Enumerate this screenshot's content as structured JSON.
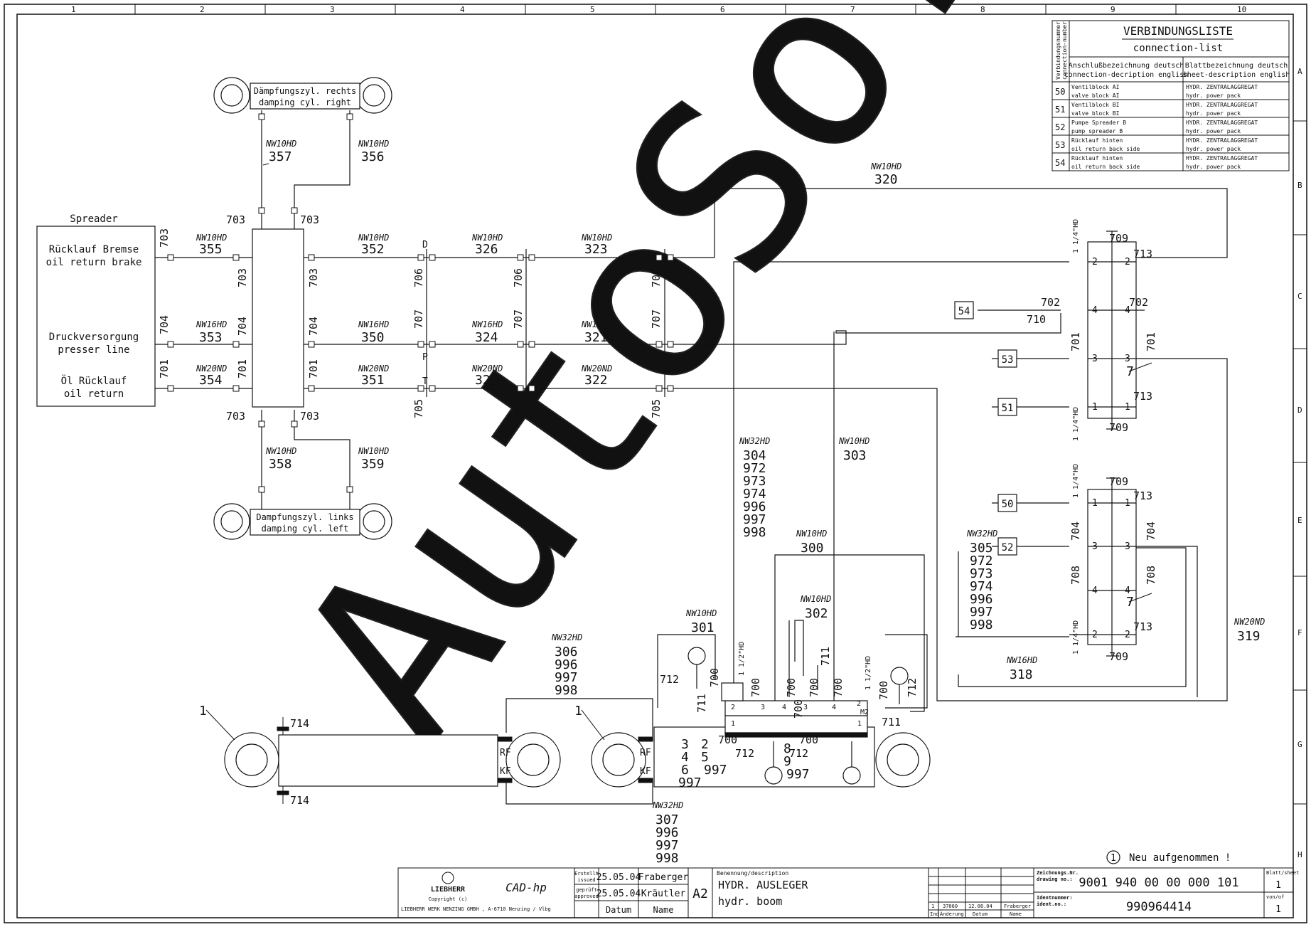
{
  "grid": {
    "columns": [
      "1",
      "2",
      "3",
      "4",
      "5",
      "6",
      "7",
      "8",
      "9",
      "10"
    ],
    "rows": [
      "A",
      "B",
      "C",
      "D",
      "E",
      "F",
      "G",
      "H"
    ]
  },
  "connection_list": {
    "title": "VERBINDUNGSLISTE",
    "subtitle": "connection-list",
    "side_header_1": "Verbindungsnummer",
    "side_header_2": "connection-number",
    "col1_de": "Anschlußbezeichnung deutsch",
    "col1_en": "connection-decription english",
    "col2_de": "Blattbezeichnung deutsch",
    "col2_en": "sheet-description english",
    "rows": [
      {
        "num": "50",
        "desc_de": "Ventilblock AI",
        "desc_en": "valve block AI",
        "sheet_de": "HYDR. ZENTRALAGGREGAT",
        "sheet_en": "hydr. power pack"
      },
      {
        "num": "51",
        "desc_de": "Ventilblock BI",
        "desc_en": "valve block BI",
        "sheet_de": "HYDR. ZENTRALAGGREGAT",
        "sheet_en": "hydr. power pack"
      },
      {
        "num": "52",
        "desc_de": "Pumpe Spreader B",
        "desc_en": "pump spreader B",
        "sheet_de": "HYDR. ZENTRALAGGREGAT",
        "sheet_en": "hydr. power pack"
      },
      {
        "num": "53",
        "desc_de": "Rücklauf hinten",
        "desc_en": "oil return back side",
        "sheet_de": "HYDR. ZENTRALAGGREGAT",
        "sheet_en": "hydr. power pack"
      },
      {
        "num": "54",
        "desc_de": "Rücklauf hinten",
        "desc_en": "oil return back side",
        "sheet_de": "HYDR. ZENTRALAGGREGAT",
        "sheet_en": "hydr. power pack"
      }
    ]
  },
  "spreader": {
    "title": "Spreader",
    "port1_de": "Rücklauf Bremse",
    "port1_en": "oil return brake",
    "port2_de": "Druckversorgung",
    "port2_en": "presser line",
    "port3_de": "Öl Rücklauf",
    "port3_en": "oil return"
  },
  "damping_right": {
    "de": "Dämpfungszyl. rechts",
    "en": "damping cyl. right"
  },
  "damping_left": {
    "de": "Dampfungszyl. links",
    "en": "damping cyl. left"
  },
  "watermark": "AutoSoft",
  "labels": {
    "nw10hd": "NW10HD",
    "nw16hd": "NW16HD",
    "nw20nd": "NW20ND",
    "nw32hd": "NW32HD",
    "d": "D",
    "p": "P",
    "t": "T",
    "rf": "RF",
    "kf": "KF",
    "m2": "M2",
    "quarter": "1 1/4\"HD",
    "half": "1 1/2\"HD"
  },
  "lines": {
    "l300": "300",
    "l301": "301",
    "l302": "302",
    "l303": "303",
    "l304": "304",
    "l305": "305",
    "l306": "306",
    "l307": "307",
    "l318": "318",
    "l319": "319",
    "l320": "320",
    "l321": "321",
    "l322": "322",
    "l323": "323",
    "l324": "324",
    "l325": "325",
    "l326": "326",
    "l350": "350",
    "l351": "351",
    "l352": "352",
    "l353": "353",
    "l354": "354",
    "l355": "355",
    "l356": "356",
    "l357": "357",
    "l358": "358",
    "l359": "359"
  },
  "parts": {
    "p1": "1",
    "p2": "2",
    "p3": "3",
    "p4": "4",
    "p5": "5",
    "p6": "6",
    "p7": "7",
    "p8": "8",
    "p9": "9",
    "p700": "700",
    "p701": "701",
    "p702": "702",
    "p703": "703",
    "p704": "704",
    "p705": "705",
    "p706": "706",
    "p707": "707",
    "p708": "708",
    "p709": "709",
    "p710": "710",
    "p711": "711",
    "p712": "712",
    "p713": "713",
    "p714": "714",
    "p972": "972",
    "p973": "973",
    "p974": "974",
    "p996": "996",
    "p997": "997",
    "p998": "998"
  },
  "connectors": {
    "c50": "50",
    "c51": "51",
    "c52": "52",
    "c53": "53",
    "c54": "54"
  },
  "note": {
    "marker": "1",
    "text": "Neu aufgenommen !"
  },
  "title_block": {
    "company": "LIEBHERR",
    "copyright": "Copyright (c)",
    "address": "LIEBHERR WERK NENZING GMBH , A-6710 Nenzing / Vlbg",
    "cad": "CAD-hp",
    "issued_label_de": "Erstellt",
    "issued_label_en": "issued",
    "approved_label_de": "geprüft",
    "approved_label_en": "approved",
    "issued_date": "25.05.04",
    "issued_name": "Fraberger",
    "approved_date": "25.05.04",
    "approved_name": "Kräutler",
    "date_header": "Datum",
    "name_header": "Name",
    "format": "A2",
    "desc_label": "Benennung/description",
    "desc_de": "HYDR. AUSLEGER",
    "desc_en": "hydr. boom",
    "rev_index": "1",
    "rev_change": "37060",
    "rev_date": "12.08.04",
    "rev_name": "Fraberger",
    "rev_h_ind": "Ind.",
    "rev_h_change": "Änderung",
    "rev_h_date": "Datum",
    "rev_h_name": "Name",
    "drawing_label_de": "Zeichnungs.Nr.",
    "drawing_label_en": "drawing no.:",
    "drawing_no": "9001 940 00 00 000 101",
    "ident_label_de": "Identnummer:",
    "ident_label_en": "ident.no.:",
    "ident_no": "990964414",
    "sheet_label": "Blatt/sheet",
    "sheet": "1",
    "of_label": "von/of",
    "of": "1"
  }
}
